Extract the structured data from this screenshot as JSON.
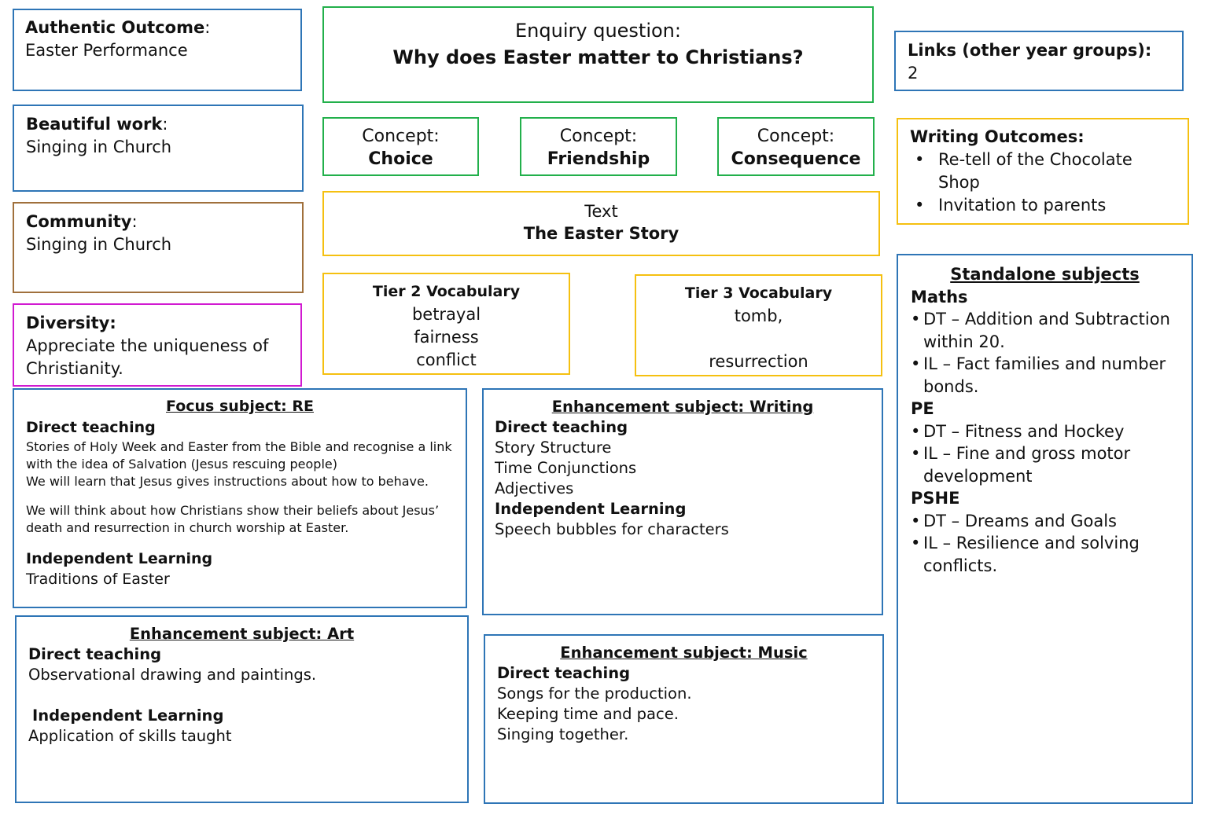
{
  "authentic": {
    "label": "Authentic Outcome",
    "value": "Easter Performance"
  },
  "beautiful": {
    "label": "Beautiful work",
    "value": "Singing in Church"
  },
  "community": {
    "label": "Community",
    "value": "Singing in Church"
  },
  "diversity": {
    "label": "Diversity:",
    "value": "Appreciate the uniqueness of Christianity."
  },
  "enquiry": {
    "label": "Enquiry question:",
    "question": "Why does Easter matter to Christians?"
  },
  "links": {
    "label": "Links (other year groups):",
    "value": "2"
  },
  "concepts": [
    {
      "label": "Concept:",
      "value": "Choice"
    },
    {
      "label": "Concept:",
      "value": "Friendship"
    },
    {
      "label": "Concept:",
      "value": "Consequence"
    }
  ],
  "writing_outcomes": {
    "label": "Writing Outcomes:",
    "items": [
      "Re-tell of the Chocolate Shop",
      "Invitation to parents"
    ]
  },
  "text_box": {
    "label": "Text",
    "value": "The Easter Story"
  },
  "tier2": {
    "label": "Tier 2 Vocabulary",
    "words": [
      "betrayal",
      "fairness",
      "conflict"
    ]
  },
  "tier3": {
    "label": "Tier 3 Vocabulary",
    "words": [
      "tomb,",
      "resurrection"
    ]
  },
  "standalone": {
    "title": "Standalone  subjects",
    "maths": {
      "label": "Maths",
      "items": [
        "DT – Addition and Subtraction within 20.",
        "IL – Fact families and number bonds."
      ]
    },
    "pe": {
      "label": "PE",
      "items": [
        "DT – Fitness and Hockey",
        "IL – Fine and gross motor development"
      ]
    },
    "pshe": {
      "label": "PSHE",
      "items": [
        "DT – Dreams and Goals",
        "IL – Resilience and solving conflicts."
      ]
    }
  },
  "focus_re": {
    "title": "Focus subject: RE",
    "direct_label": "Direct teaching",
    "direct_lines": [
      "Stories of Holy Week and Easter from the Bible and recognise a link with the idea of Salvation (Jesus rescuing people)",
      "We will learn that Jesus gives instructions about how to behave.",
      "We will think about how Christians show their beliefs about Jesus’ death and resurrection in church worship at Easter."
    ],
    "independent_label": "Independent Learning",
    "independent_value": "Traditions of Easter"
  },
  "writing": {
    "title": "Enhancement subject: Writing",
    "direct_label": "Direct teaching",
    "direct_lines": [
      "Story Structure",
      "Time Conjunctions",
      "Adjectives"
    ],
    "independent_label": "Independent Learning",
    "independent_value": "Speech bubbles for characters"
  },
  "art": {
    "title": "Enhancement subject: Art",
    "direct_label": "Direct teaching",
    "direct_value": "Observational drawing and paintings.",
    "independent_label": "Independent Learning",
    "independent_value": "Application of skills taught"
  },
  "music": {
    "title": "Enhancement subject: Music",
    "direct_label": "Direct teaching",
    "direct_lines": [
      "Songs for the production.",
      "Keeping time and pace.",
      "Singing together."
    ]
  }
}
